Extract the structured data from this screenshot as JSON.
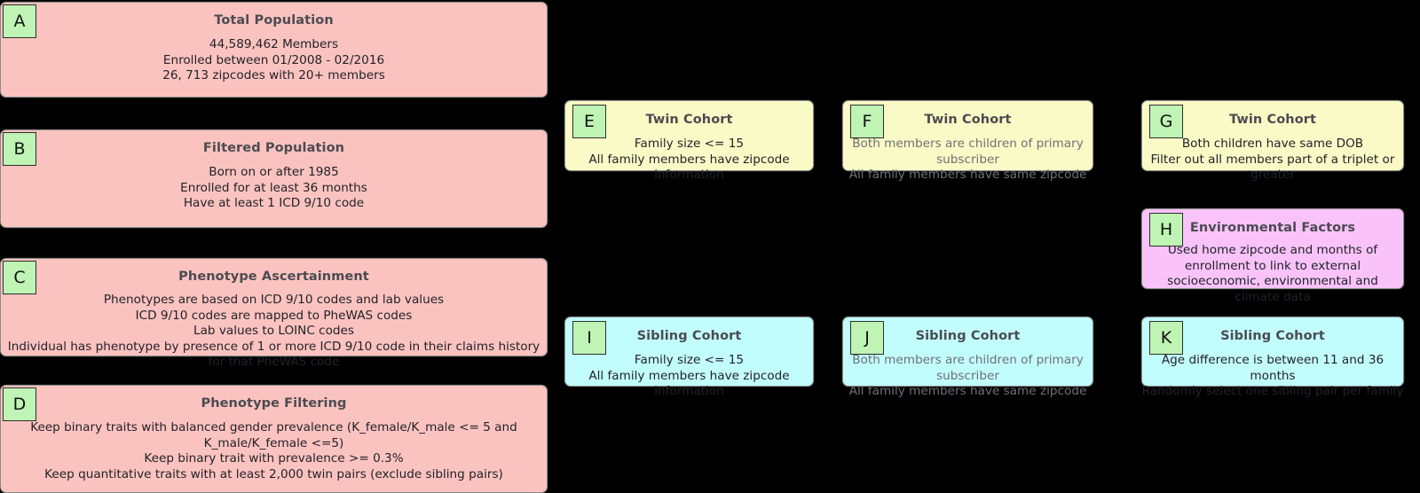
{
  "figure": {
    "background_color": "#000000",
    "badge_color": "#bff4b5",
    "palette": {
      "pink": "#fbc3bf",
      "yellow": "#fafac6",
      "cyan": "#c2fdfd",
      "magenta": "#f9c3f9"
    }
  },
  "nodes": [
    {
      "id": "A",
      "letter": "A",
      "title": "Total Population",
      "body": "44,589,462 Members\nEnrolled between 01/2008 - 02/2016\n26, 713 zipcodes with 20+ members",
      "color": "#fbc3bf"
    },
    {
      "id": "B",
      "letter": "B",
      "title": "Filtered Population",
      "body": "Born on or after 1985\nEnrolled for at least 36 months\nHave at least 1 ICD 9/10 code",
      "color": "#fbc3bf"
    },
    {
      "id": "C",
      "letter": "C",
      "title": "Phenotype Ascertainment",
      "body": "Phenotypes are based on ICD 9/10 codes and lab values\nICD 9/10 codes are mapped to PheWAS codes\nLab values to LOINC codes\nIndividual has phenotype by presence of 1 or more ICD 9/10 code in their claims history for that PheWAS code",
      "color": "#fbc3bf"
    },
    {
      "id": "D",
      "letter": "D",
      "title": "Phenotype Filtering",
      "body": "Keep binary traits with balanced gender prevalence (K_female/K_male <= 5 and K_male/K_female <=5)\nKeep binary trait with prevalence >= 0.3%\nKeep quantitative traits with at least 2,000 twin pairs (exclude sibling pairs)",
      "color": "#fbc3bf"
    },
    {
      "id": "E",
      "letter": "E",
      "title": "Twin Cohort",
      "body": "Family size <= 15\nAll family members have zipcode information",
      "color": "#fafac6"
    },
    {
      "id": "F",
      "letter": "F",
      "title": "Twin Cohort",
      "body": "Both members are children of primary subscriber\nAll family members have same zipcode",
      "color": "#fafac6"
    },
    {
      "id": "G",
      "letter": "G",
      "title": "Twin Cohort",
      "body": "Both children have same DOB\nFilter out all members part of a triplet or greater",
      "color": "#fafac6"
    },
    {
      "id": "H",
      "letter": "H",
      "title": "Environmental Factors",
      "body": "Used home zipcode and months of enrollment to link to external socioeconomic, environmental and climate data",
      "color": "#f9c3f9"
    },
    {
      "id": "I",
      "letter": "I",
      "title": "Sibling Cohort",
      "body": "Family size <= 15\nAll family members have zipcode information",
      "color": "#c2fdfd"
    },
    {
      "id": "J",
      "letter": "J",
      "title": "Sibling Cohort",
      "body": "Both members are children of primary subscriber\nAll family members have same zipcode",
      "color": "#c2fdfd"
    },
    {
      "id": "K",
      "letter": "K",
      "title": "Sibling Cohort",
      "body": "Age difference is between 11 and 36 months\nRandomly select one sibling pair per family",
      "color": "#c2fdfd"
    }
  ]
}
